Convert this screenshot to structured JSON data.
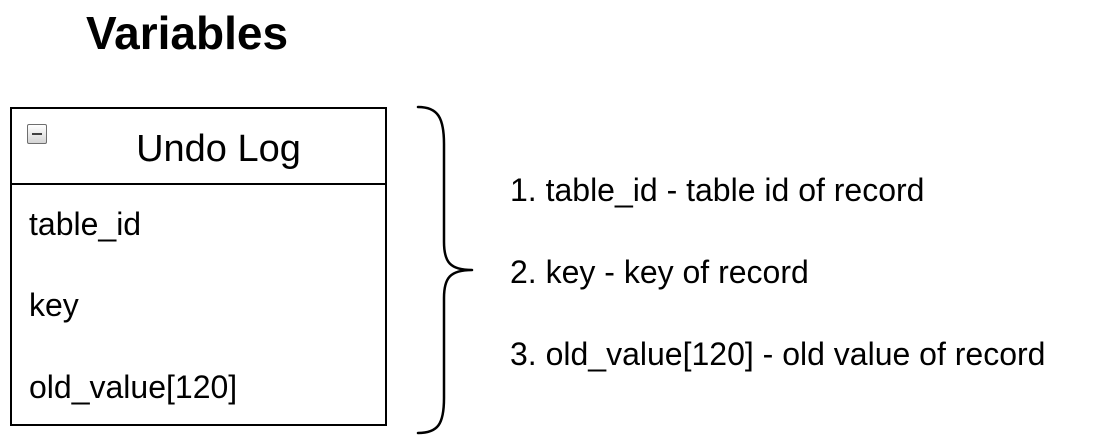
{
  "title": "Variables",
  "undo_log_class": {
    "name": "Undo Log",
    "collapse_icon": "minus-square-icon",
    "fields": [
      "table_id",
      "key",
      "old_value[120]"
    ]
  },
  "descriptions": [
    "1. table_id - table id of record",
    "2. key - key of record",
    "3. old_value[120] - old value of record"
  ]
}
